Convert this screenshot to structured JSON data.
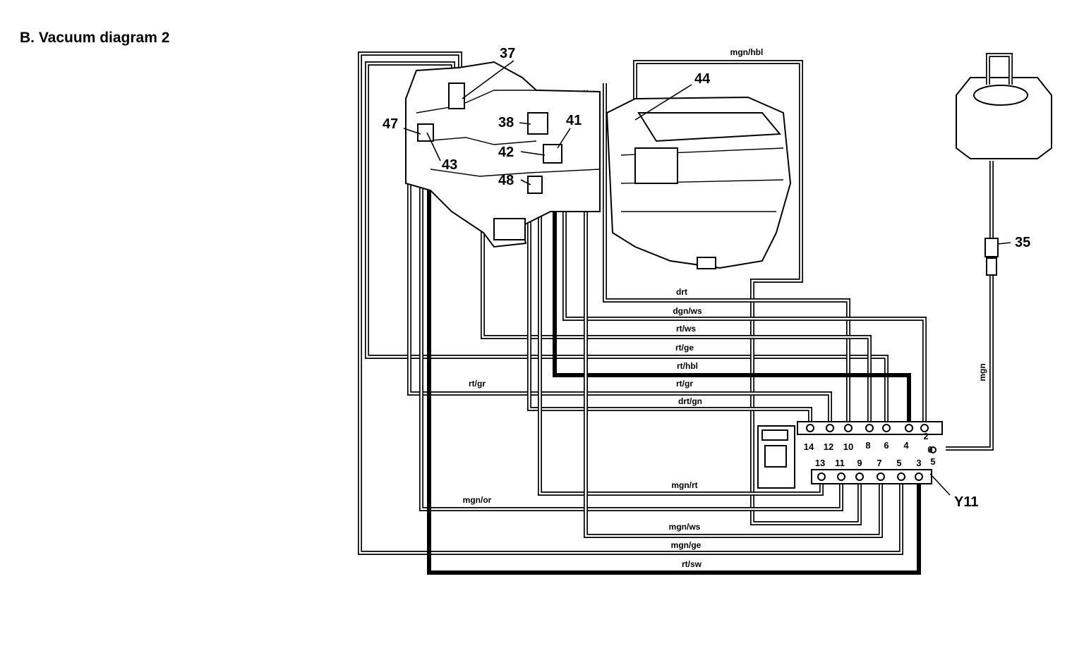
{
  "title": "B. Vacuum diagram 2",
  "components": {
    "c37": "37",
    "c38": "38",
    "c41": "41",
    "c42": "42",
    "c43": "43",
    "c44": "44",
    "c47": "47",
    "c48": "48",
    "c35": "35",
    "y11": "Y11"
  },
  "ports_top": [
    "14",
    "12",
    "10",
    "8",
    "6",
    "4",
    "2"
  ],
  "ports_bottom": [
    "13",
    "11",
    "9",
    "7",
    "5",
    "3"
  ],
  "port_side": [
    "0",
    "5"
  ],
  "hose_labels": {
    "mgn_hbl": "mgn/hbl",
    "drt": "drt",
    "dgn_ws": "dgn/ws",
    "rt_ws": "rt/ws",
    "rt_ge": "rt/ge",
    "rt_hbl": "rt/hbl",
    "rt_gr_right": "rt/gr",
    "rt_gr_left": "rt/gr",
    "drt_gn": "drt/gn",
    "mgn_rt": "mgn/rt",
    "mgn_or": "mgn/or",
    "mgn_ws": "mgn/ws",
    "mgn_ge": "mgn/ge",
    "rt_sw": "rt/sw",
    "mgn": "mgn"
  }
}
